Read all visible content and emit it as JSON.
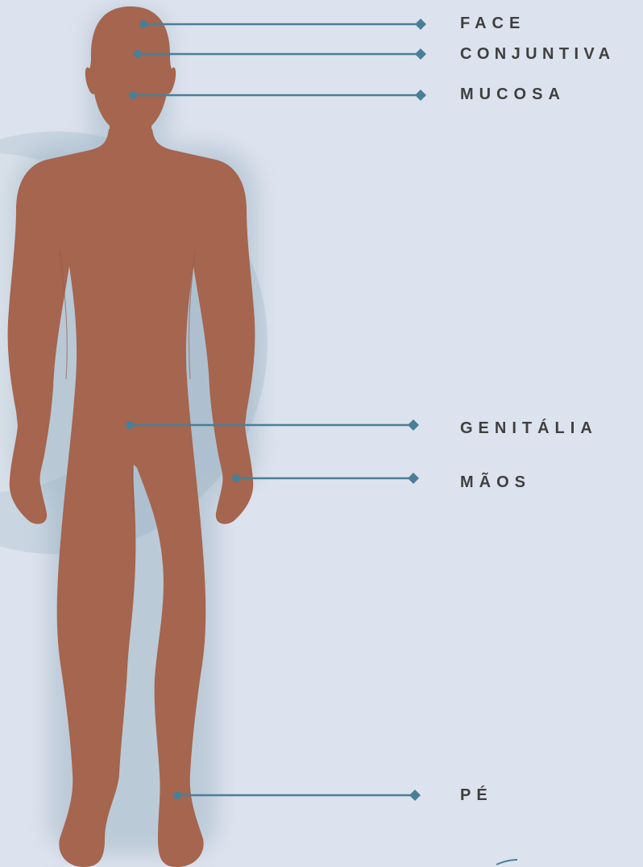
{
  "labels": {
    "face": "FACE",
    "conjuntiva": "CONJUNTIVA",
    "mucosa": "MUCOSA",
    "genitalia": "GENITÁLIA",
    "maos": "MÃOS",
    "pe": "PÉ"
  },
  "colors": {
    "background": "#dde3ee",
    "body": "#a5654e",
    "connector": "#4a7f98",
    "label_text": "#3f3f3f",
    "circle_tint": "#b8cbd7"
  }
}
